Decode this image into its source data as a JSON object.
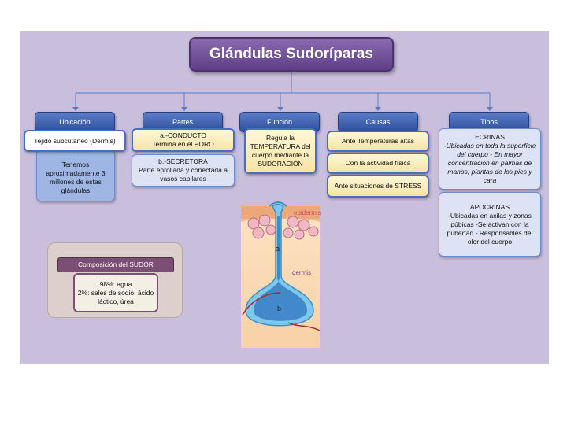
{
  "title": "Glándulas Sudoríparas",
  "columns": {
    "ubicacion": {
      "header": "Ubicación",
      "box1": "Tejido subcutáneo (Dermis)",
      "box2": "Tenemos aproximadamente 3 millones de estas glándulas"
    },
    "partes": {
      "header": "Partes",
      "box1_line1": "a.-CONDUCTO",
      "box1_line2": "Termina en el PORO",
      "box2_line1": "b.-SECRETORA",
      "box2_line2": "Parte enrollada y conectada a vasos capilares"
    },
    "funcion": {
      "header": "Función",
      "box1": "Regula la TEMPERATURA del cuerpo mediante la SUDORACIÓN"
    },
    "causas": {
      "header": "Causas",
      "items": [
        "Ante Temperaturas altas",
        "Con la actividad física",
        "Ante situaciones de STRESS"
      ]
    },
    "tipos": {
      "header": "Tipos",
      "ecrinas_title": "ECRINAS",
      "ecrinas_body": "-Ubicadas en toda la superficie del cuerpo - En mayor concentración en palmas de manos, plantas de los pies y cara",
      "apocrinas_title": "APOCRINAS",
      "apocrinas_body": "-Ubicadas en axilas y zonas púbicas -Se activan con la pubertad - Responsables del olor del cuerpo"
    }
  },
  "composicion": {
    "header": "Composición del SUDOR",
    "line1": "98%: agua",
    "line2": "2%: sales de sodio, ácido láctico, úrea"
  },
  "illustration": {
    "epidermis": "epidermis",
    "dermis": "dermis",
    "label_a": "a",
    "label_b": "b"
  },
  "colors": {
    "title_bg": "#6a4b94",
    "header_bg": "#3a5aa8",
    "slide_bg": "#c9bedc"
  }
}
